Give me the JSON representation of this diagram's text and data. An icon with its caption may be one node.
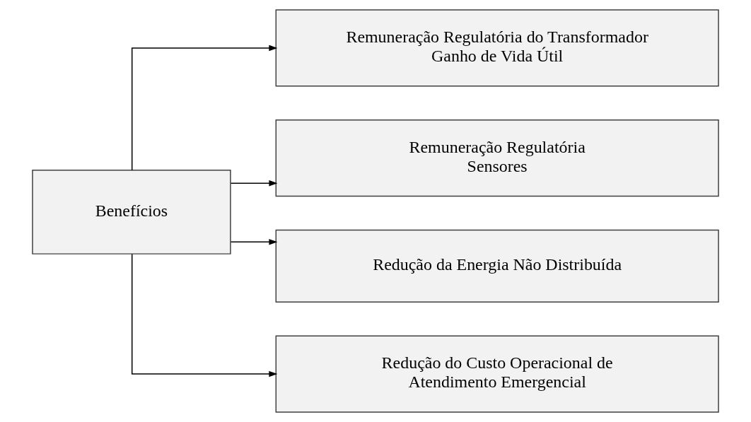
{
  "diagram": {
    "nodes": [
      {
        "text": [
          "Benefícios"
        ]
      },
      {
        "text": [
          "Remuneração Regulatória do Transformador",
          "Ganho de Vida Útil"
        ]
      },
      {
        "text": [
          "Remuneração Regulatória",
          "Sensores"
        ]
      },
      {
        "text": [
          "Redução da Energia Não Distribuída"
        ]
      },
      {
        "text": [
          "Redução do Custo Operacional de",
          "Atendimento Emergencial"
        ]
      }
    ],
    "edges": [
      {
        "from": 0,
        "to": 1,
        "arrow": "to"
      },
      {
        "from": 0,
        "to": 2,
        "arrow": "to"
      },
      {
        "from": 0,
        "to": 3,
        "arrow": "to"
      },
      {
        "from": 0,
        "to": 4,
        "arrow": "to"
      }
    ]
  }
}
